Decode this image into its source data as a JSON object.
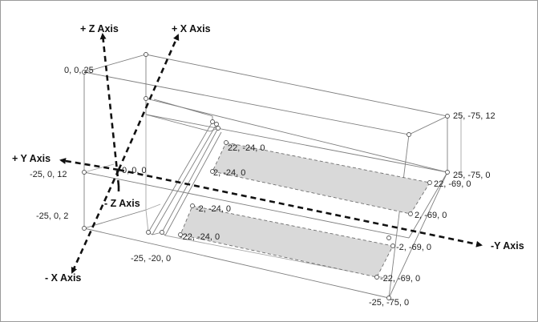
{
  "axes": {
    "plus_z": "+ Z Axis",
    "plus_x": "+ X Axis",
    "plus_y": "+ Y Axis",
    "minus_z": "- Z Axis",
    "minus_x": "- X Axis",
    "minus_y": "-Y Axis"
  },
  "coordinates": {
    "top_left": "0, 0, 25",
    "left_y12": "-25, 0, 12",
    "origin": "0, 0, 0",
    "left_y2": "-25, 0, 2",
    "front_bottom": "-25, -20, 0",
    "far_top": "25, -75, 12",
    "far_bottom": "25, -75, 0",
    "near_bottom": "-25, -75, 0",
    "pad_a1": "22, -24, 0",
    "pad_a2": "2, -24, 0",
    "pad_a3": "22, -69, 0",
    "pad_a4": "2, -69, 0",
    "pad_b1": "-2, -24, 0",
    "pad_b2": "-22, -24, 0",
    "pad_b3": "-2, -69, 0",
    "pad_b4": "-22, -69, 0"
  },
  "colors": {
    "pad_fill": "#d9d9d9",
    "axis": "#111111"
  }
}
